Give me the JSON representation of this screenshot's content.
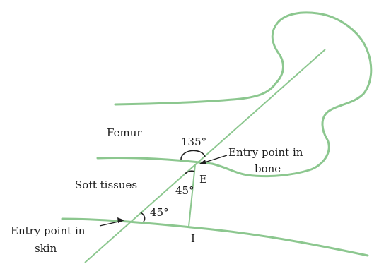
{
  "labels": {
    "femur": "Femur",
    "soft_tissues": "Soft tissues",
    "angle_135": "135°",
    "angle_45_upper": "45°",
    "angle_45_lower": "45°",
    "point_e": "E",
    "point_i": "I",
    "entry_bone_line1": "Entry point in",
    "entry_bone_line2": "bone",
    "entry_skin_line1": "Entry point in",
    "entry_skin_line2": "skin"
  },
  "colors": {
    "stroke_green": "#8cc78f",
    "stroke_dark": "#1f1f1f",
    "text": "#1a1a1a"
  }
}
